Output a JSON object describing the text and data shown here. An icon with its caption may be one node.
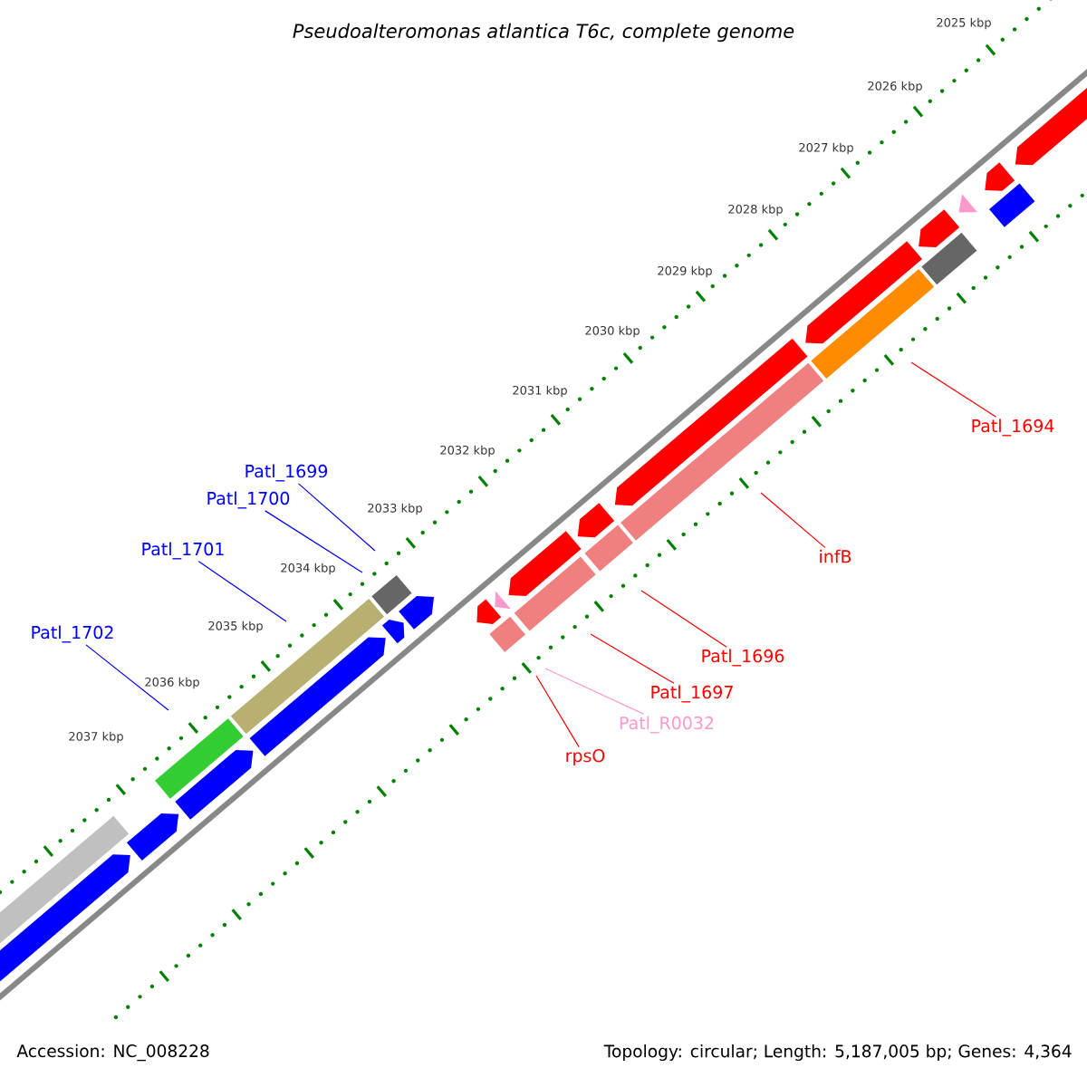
{
  "diagram": {
    "title": "Pseudoalteromonas atlantica T6c, complete genome",
    "nodes": [
      {
        "text": [
          "Patl_1699"
        ]
      },
      {
        "text": [
          "Patl_1700"
        ]
      },
      {
        "text": [
          "Patl_1701"
        ]
      },
      {
        "text": [
          "Patl_1702"
        ]
      },
      {
        "text": [
          "Patl_1694"
        ]
      },
      {
        "text": [
          "infB"
        ]
      },
      {
        "text": [
          "Patl_1696"
        ]
      },
      {
        "text": [
          "Patl_1697"
        ]
      },
      {
        "text": [
          "Patl_R0032"
        ]
      },
      {
        "text": [
          "rpsO"
        ]
      }
    ],
    "edges": [
      {
        "from": 0,
        "to": null,
        "arrow": "none",
        "color": "#0000ff"
      },
      {
        "from": 1,
        "to": null,
        "arrow": "none",
        "color": "#0000ff"
      },
      {
        "from": 2,
        "to": null,
        "arrow": "none",
        "color": "#0000ff"
      },
      {
        "from": 3,
        "to": null,
        "arrow": "none",
        "color": "#0000ff"
      },
      {
        "from": 4,
        "to": null,
        "arrow": "none"
      },
      {
        "from": 5,
        "to": null,
        "arrow": "none"
      },
      {
        "from": 6,
        "to": null,
        "arrow": "none"
      },
      {
        "from": 7,
        "to": null,
        "arrow": "none"
      },
      {
        "from": 8,
        "to": null,
        "arrow": "none",
        "color": "#ff99cc"
      },
      {
        "from": 9,
        "to": null,
        "arrow": "none"
      }
    ],
    "labels": [
      "2025 kbp",
      "2026 kbp",
      "2027 kbp",
      "2028 kbp",
      "2029 kbp",
      "2030 kbp",
      "2031 kbp",
      "2032 kbp",
      "2033 kbp",
      "2034 kbp",
      "2035 kbp",
      "2036 kbp",
      "2037 kbp",
      "Accession: NC_008228",
      "Topology: circular; Length: 5,187,005 bp; Genes: 4,364"
    ]
  }
}
